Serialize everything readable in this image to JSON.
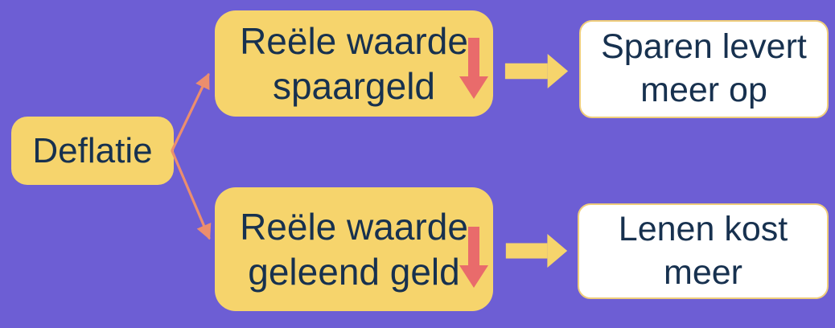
{
  "diagram": {
    "title_hint": "deflation effects flow diagram",
    "background": "#6D5ED4",
    "colors": {
      "node_yellow": "#F6D46C",
      "node_white": "#FFFFFF",
      "white_node_border": "#EFCD7B",
      "text_navy": "#17314F",
      "decrease_arrow_red": "#E96B6B",
      "connector_salmon": "#EC8E6D",
      "flow_arrow_yellow": "#F6D46C"
    },
    "nodes": {
      "root": {
        "label": "Deflatie"
      },
      "branch_top": {
        "line1": "Reële waarde",
        "line2": "spaargeld"
      },
      "branch_bottom": {
        "line1": "Reële waarde",
        "line2": "geleend geld"
      },
      "result_top": {
        "line1": "Sparen levert",
        "line2": "meer op"
      },
      "result_bottom": {
        "line1": "Lenen kost",
        "line2": "meer"
      }
    },
    "icons": {
      "decrease_top": "red-down-arrow-icon",
      "decrease_bottom": "red-down-arrow-icon",
      "flow_top": "yellow-right-arrow-icon",
      "flow_bottom": "yellow-right-arrow-icon",
      "connector_top": "salmon-line-arrow-up-right",
      "connector_bottom": "salmon-line-arrow-down-right"
    }
  }
}
